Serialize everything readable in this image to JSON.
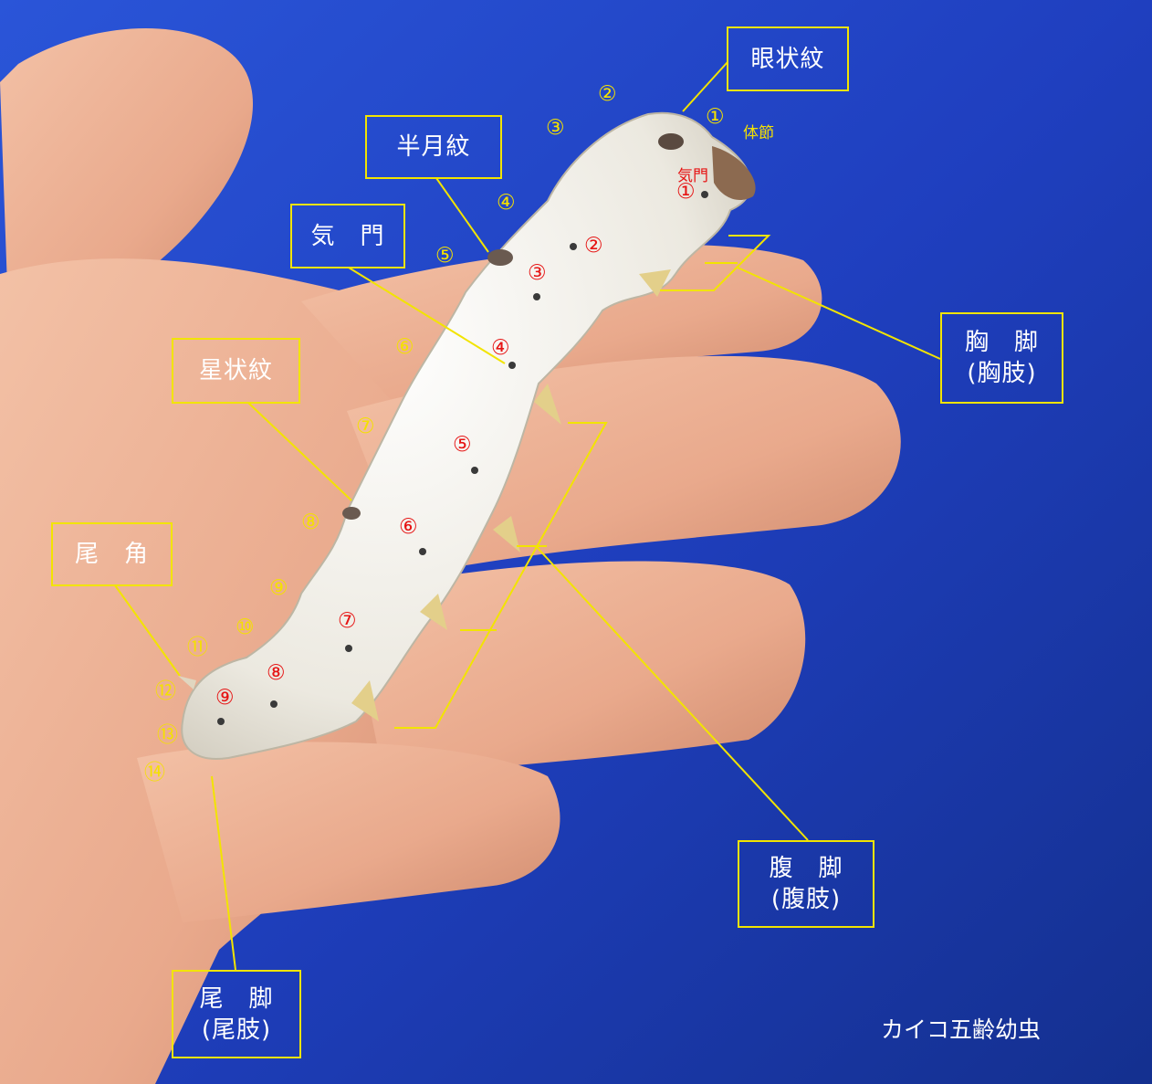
{
  "labels": {
    "eye_spot": "眼状紋",
    "crescent": "半月紋",
    "spiracle": "気　門",
    "star_spot": "星状紋",
    "tail_horn": "尾　角",
    "thoracic_leg": {
      "line1": "胸　脚",
      "line2": "(胸肢)"
    },
    "abdominal_leg": {
      "line1": "腹　脚",
      "line2": "(腹肢)"
    },
    "caudal_leg": {
      "line1": "尾　脚",
      "line2": "(尾肢)"
    }
  },
  "segment_note": "体節",
  "spiracle_note": "気門",
  "caption": "カイコ五齢幼虫",
  "body_segments": [
    "②",
    "③",
    "④",
    "⑤",
    "⑥",
    "⑦",
    "⑧",
    "⑨",
    "⑩",
    "⑪",
    "⑫",
    "⑬",
    "⑭"
  ],
  "segment_one": "①",
  "spiracles": [
    "②",
    "③",
    "④",
    "⑤",
    "⑥",
    "⑦",
    "⑧",
    "⑨"
  ],
  "spiracle_one": "①",
  "colors": {
    "annotation": "#f2e400",
    "spiracle_number": "#e61414",
    "background": "#1f3fc0"
  }
}
